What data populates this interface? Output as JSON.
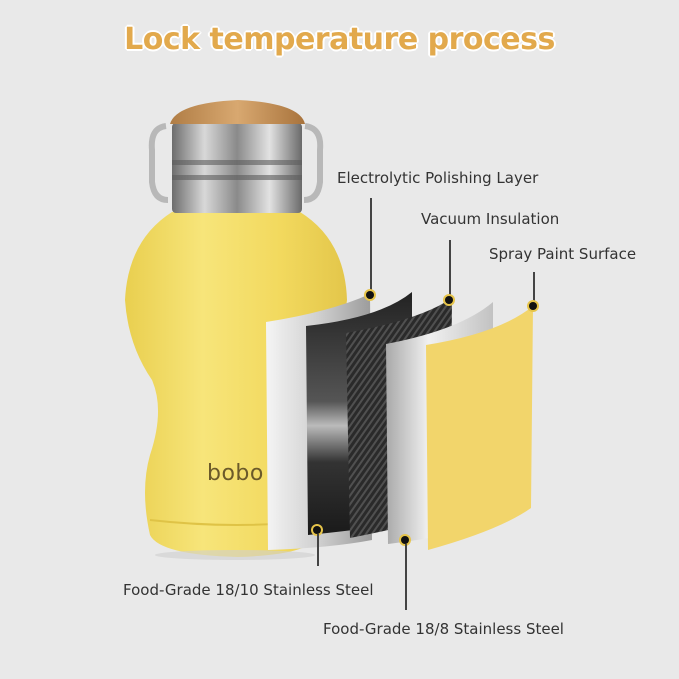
{
  "title": "Lock temperature process",
  "product": {
    "brand_mark": "bobo",
    "body_color": "#f3dc63",
    "lid_color": "#c8955a",
    "collar_color": "#9a9a9a"
  },
  "layers": [
    {
      "label": "Electrolytic Polishing Layer",
      "position": "top"
    },
    {
      "label": "Vacuum Insulation",
      "position": "top"
    },
    {
      "label": "Spray Paint Surface",
      "position": "top"
    },
    {
      "label": "Food-Grade 18/10 Stainless Steel",
      "position": "bottom"
    },
    {
      "label": "Food-Grade 18/8 Stainless Steel",
      "position": "bottom"
    }
  ],
  "colors": {
    "title": "#e2a94c",
    "background": "#e9e9e9",
    "accent_dot_ring": "#e6c44a",
    "paint_layer": "#f2d56b"
  }
}
